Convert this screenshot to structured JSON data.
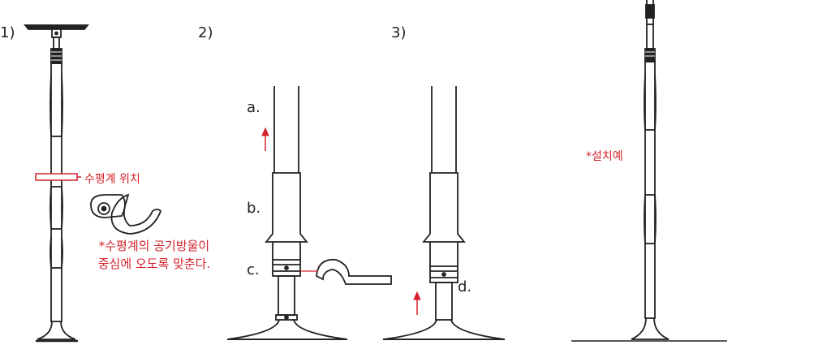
{
  "steps": {
    "step1": "1)",
    "step2": "2)",
    "step3": "3)"
  },
  "step1": {
    "level_position": "수평계 위치",
    "note_line1": "*수평계의 공기방울이",
    "note_line2": "중심에 오도록 맞춘다."
  },
  "step2": {
    "a": "a.",
    "b": "b.",
    "c": "c."
  },
  "step3": {
    "d": "d."
  },
  "example": "*설치예",
  "colors": {
    "accent": "#d2232a",
    "line": "#222222"
  }
}
